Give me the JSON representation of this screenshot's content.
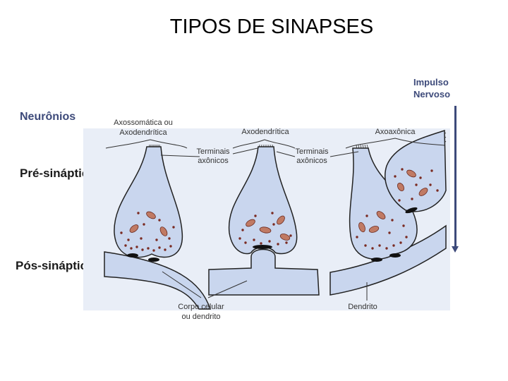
{
  "title": "TIPOS DE SINAPSES",
  "labels": {
    "neuronios": "Neurônios",
    "pre_sinaptico": "Pré-sináptico",
    "pos_sinaptico": "Pós-sináptico",
    "impulso_line1": "Impulso",
    "impulso_line2": "Nervoso"
  },
  "diagram_labels": {
    "axossomatica_1": "Axossomática ou",
    "axossomatica_2": "Axodendrítica",
    "axodendritica": "Axodendrítica",
    "axoaxonica": "Axoaxônica",
    "terminais_1_a": "Terminais",
    "terminais_1_b": "axônicos",
    "terminais_2_a": "Terminais",
    "terminais_2_b": "axônicos",
    "corpo_1": "Corpo celular",
    "corpo_2": "ou dendrito",
    "dendrito": "Dendrito"
  },
  "colors": {
    "terminal_fill": "#c9d6ee",
    "outline": "#222222",
    "vesicle": "#7a2b22",
    "mitochondria": "#c07a64",
    "arrow": "#3d4a7a",
    "backdrop": "#e9eef7"
  }
}
